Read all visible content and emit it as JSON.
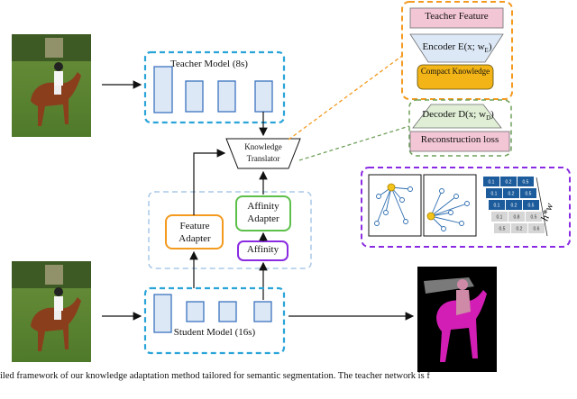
{
  "diagram": {
    "teacher_model": "Teacher Model (8s)",
    "student_model": "Student Model (16s)",
    "knowledge_translator": "Knowledge Translator",
    "feature_adapter": "Feature Adapter",
    "affinity_adapter": "Affinity Adapter",
    "affinity": "Affinity",
    "autoencoder": {
      "teacher_feature": "Teacher Feature",
      "encoder": "Encoder E(x; w",
      "encoder_sub": "E",
      "compact_knowledge": "Compact Knowledge",
      "decoder": "Decoder D(x; w",
      "decoder_sub": "D",
      "reconstruction_loss": "Reconstruction loss"
    },
    "affinity_matrix": {
      "rows": [
        [
          "0.1",
          "0.2",
          "0.5"
        ],
        [
          "0.1",
          "0.2",
          "0.5"
        ],
        [
          "0.1",
          "0.2",
          "0.5"
        ],
        [
          "0.1",
          "0.8",
          "0.5"
        ],
        [
          "0.5",
          "0.2",
          "0.6"
        ]
      ],
      "dim_label": "h*w"
    }
  },
  "caption": "iled framework of our knowledge adaptation method tailored for semantic segmentation. The teacher network is f",
  "colors": {
    "cyan_dashed": "#2aa4d8",
    "light_blue_dashed": "#a9c8e8",
    "orange": "#f39a1f",
    "green": "#5cc04a",
    "purple": "#8a2be2",
    "teacher_block_fill": "#dde8f6",
    "teacher_block_stroke": "#3b74c0",
    "pink": "#f3c6d6",
    "encoder_fill": "#dce8f6",
    "compact_fill": "#f2b416",
    "decoder_fill": "#dfeed5",
    "matrix_dark": "#1d5c9c",
    "matrix_light": "#d6d6d6",
    "mask_magenta": "#d21eb4",
    "mask_rider": "#cf8aa8"
  },
  "icons": [
    "horse-rider-photo",
    "segmentation-mask",
    "affinity-graph-icon"
  ]
}
